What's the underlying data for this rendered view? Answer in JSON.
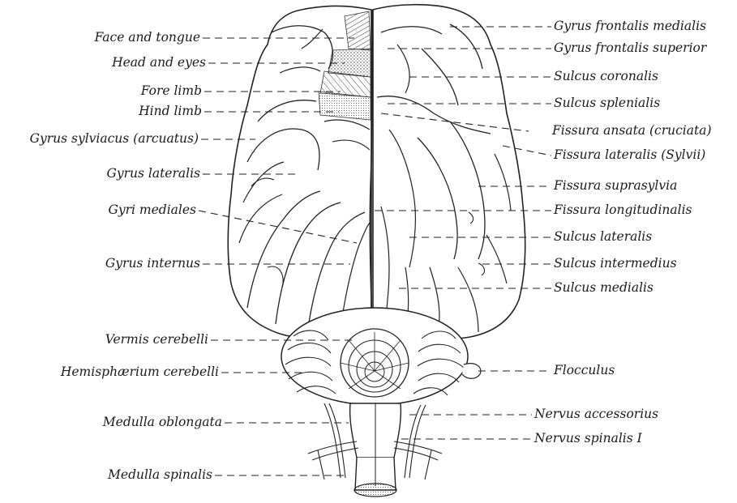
{
  "diagram": {
    "left_labels": [
      "Face and tongue",
      "Head and eyes",
      "Fore limb",
      "Hind limb",
      "Gyrus sylviacus (arcuatus)",
      "Gyrus lateralis",
      "Gyri mediales",
      "Gyrus internus",
      "Vermis cerebelli",
      "Hemisphærium cerebelli",
      "Medulla oblongata",
      "Medulla spinalis"
    ],
    "right_labels": [
      "Gyrus frontalis medialis",
      "Gyrus frontalis superior",
      "Sulcus coronalis",
      "Sulcus splenialis",
      "Fissura ansata (cruciata)",
      "Fissura lateralis (Sylvii)",
      "Fissura suprasylvia",
      "Fissura longitudinalis",
      "Sulcus lateralis",
      "Sulcus intermedius",
      "Sulcus medialis",
      "Flocculus",
      "Nervus accessorius",
      "Nervus spinalis I"
    ]
  }
}
